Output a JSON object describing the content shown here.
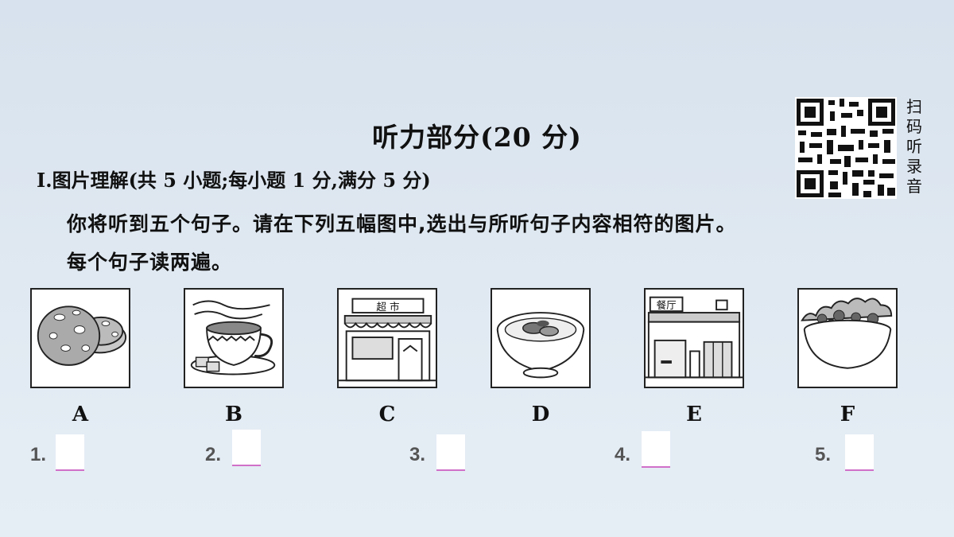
{
  "title": "听力部分(20 分)",
  "qr_caption": [
    "扫",
    "码",
    "听",
    "录",
    "音"
  ],
  "section_heading": "Ⅰ.图片理解(共 5 小题;每小题 1 分,满分 5 分)",
  "instructions": {
    "line1": "你将听到五个句子。请在下列五幅图中,选出与所听句子内容相符的图片。",
    "line2": "每个句子读两遍。"
  },
  "pictures": [
    {
      "letter": "A",
      "icon": "cookies-icon"
    },
    {
      "letter": "B",
      "icon": "tea-cup-icon"
    },
    {
      "letter": "C",
      "icon": "supermarket-icon",
      "sign": "超 市"
    },
    {
      "letter": "D",
      "icon": "soup-bowl-icon"
    },
    {
      "letter": "E",
      "icon": "restaurant-icon",
      "sign": "餐厅"
    },
    {
      "letter": "F",
      "icon": "salad-bowl-icon"
    }
  ],
  "questions": [
    "1.",
    "2.",
    "3.",
    "4.",
    "5."
  ],
  "colors": {
    "background": "#dce6f0",
    "answer_underline": "#d070c8"
  }
}
